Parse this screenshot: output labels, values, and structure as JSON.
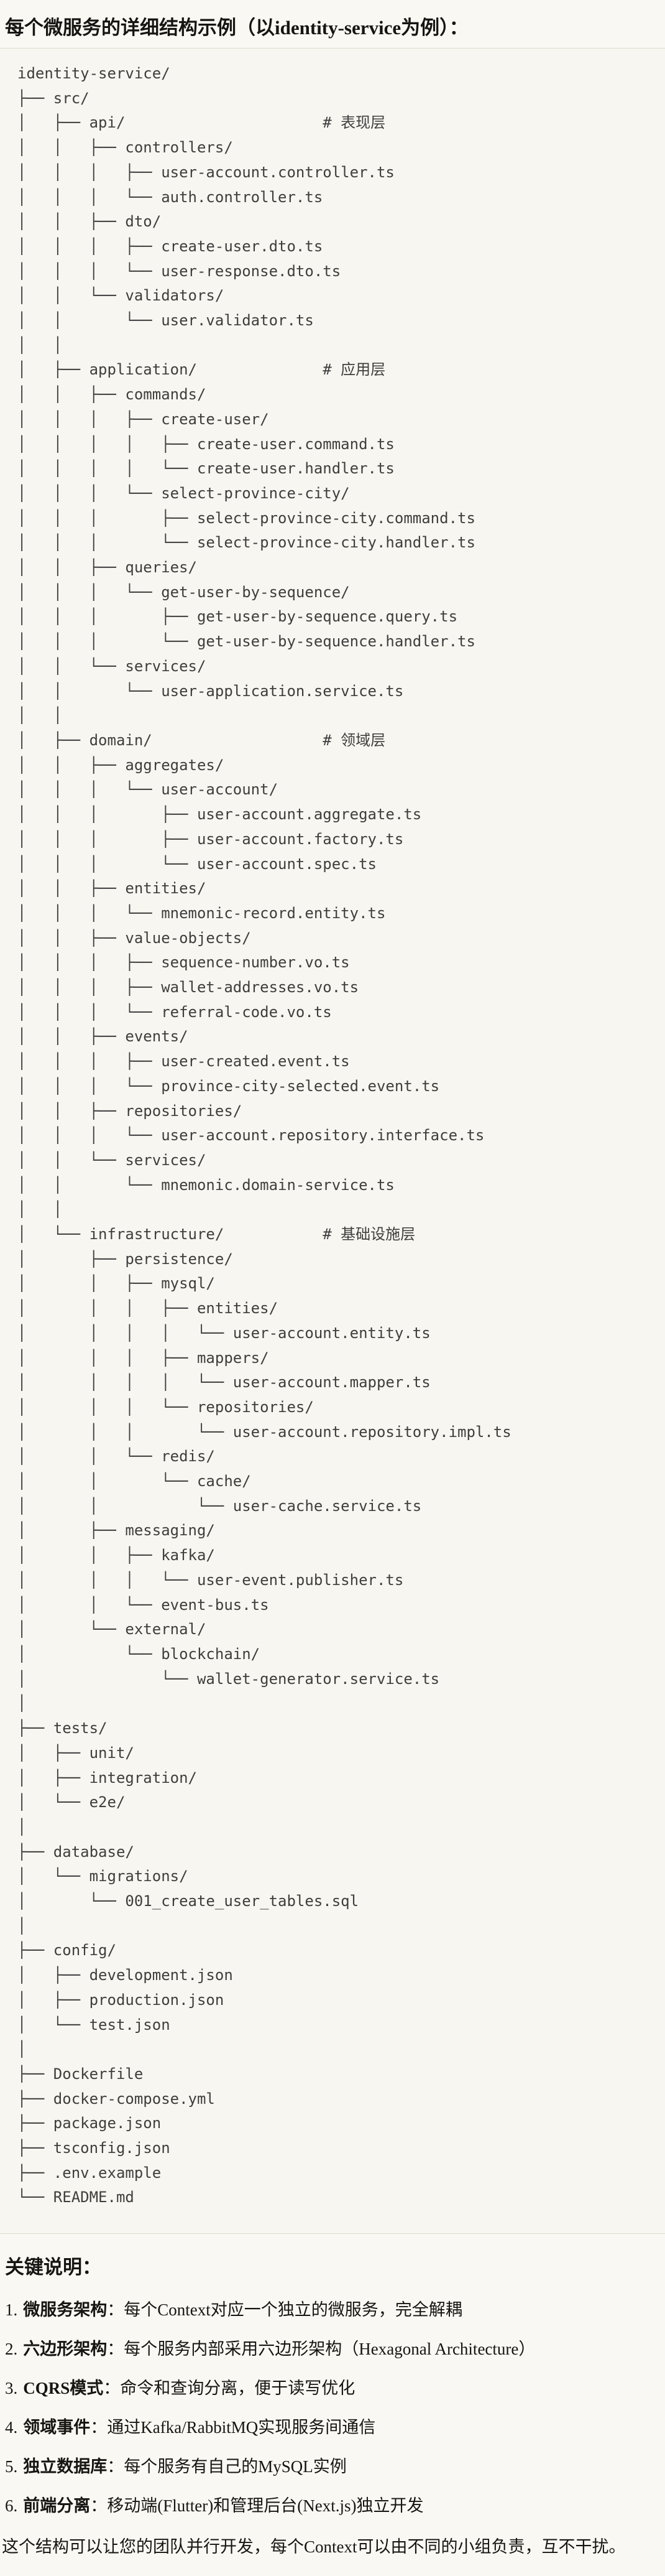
{
  "page": {
    "title": "每个微服务的详细结构示例（以identity-service为例）："
  },
  "tree": {
    "lines": [
      "identity-service/",
      "├── src/",
      "│   ├── api/                      # 表现层",
      "│   │   ├── controllers/",
      "│   │   │   ├── user-account.controller.ts",
      "│   │   │   └── auth.controller.ts",
      "│   │   ├── dto/",
      "│   │   │   ├── create-user.dto.ts",
      "│   │   │   └── user-response.dto.ts",
      "│   │   └── validators/",
      "│   │       └── user.validator.ts",
      "│   │",
      "│   ├── application/              # 应用层",
      "│   │   ├── commands/",
      "│   │   │   ├── create-user/",
      "│   │   │   │   ├── create-user.command.ts",
      "│   │   │   │   └── create-user.handler.ts",
      "│   │   │   └── select-province-city/",
      "│   │   │       ├── select-province-city.command.ts",
      "│   │   │       └── select-province-city.handler.ts",
      "│   │   ├── queries/",
      "│   │   │   └── get-user-by-sequence/",
      "│   │   │       ├── get-user-by-sequence.query.ts",
      "│   │   │       └── get-user-by-sequence.handler.ts",
      "│   │   └── services/",
      "│   │       └── user-application.service.ts",
      "│   │",
      "│   ├── domain/                   # 领域层",
      "│   │   ├── aggregates/",
      "│   │   │   └── user-account/",
      "│   │   │       ├── user-account.aggregate.ts",
      "│   │   │       ├── user-account.factory.ts",
      "│   │   │       └── user-account.spec.ts",
      "│   │   ├── entities/",
      "│   │   │   └── mnemonic-record.entity.ts",
      "│   │   ├── value-objects/",
      "│   │   │   ├── sequence-number.vo.ts",
      "│   │   │   ├── wallet-addresses.vo.ts",
      "│   │   │   └── referral-code.vo.ts",
      "│   │   ├── events/",
      "│   │   │   ├── user-created.event.ts",
      "│   │   │   └── province-city-selected.event.ts",
      "│   │   ├── repositories/",
      "│   │   │   └── user-account.repository.interface.ts",
      "│   │   └── services/",
      "│   │       └── mnemonic.domain-service.ts",
      "│   │",
      "│   └── infrastructure/           # 基础设施层",
      "│       ├── persistence/",
      "│       │   ├── mysql/",
      "│       │   │   ├── entities/",
      "│       │   │   │   └── user-account.entity.ts",
      "│       │   │   ├── mappers/",
      "│       │   │   │   └── user-account.mapper.ts",
      "│       │   │   └── repositories/",
      "│       │   │       └── user-account.repository.impl.ts",
      "│       │   └── redis/",
      "│       │       └── cache/",
      "│       │           └── user-cache.service.ts",
      "│       ├── messaging/",
      "│       │   ├── kafka/",
      "│       │   │   └── user-event.publisher.ts",
      "│       │   └── event-bus.ts",
      "│       └── external/",
      "│           └── blockchain/",
      "│               └── wallet-generator.service.ts",
      "│",
      "├── tests/",
      "│   ├── unit/",
      "│   ├── integration/",
      "│   └── e2e/",
      "│",
      "├── database/",
      "│   └── migrations/",
      "│       └── 001_create_user_tables.sql",
      "│",
      "├── config/",
      "│   ├── development.json",
      "│   ├── production.json",
      "│   └── test.json",
      "│",
      "├── Dockerfile",
      "├── docker-compose.yml",
      "├── package.json",
      "├── tsconfig.json",
      "├── .env.example",
      "└── README.md"
    ]
  },
  "notes": {
    "heading": "关键说明：",
    "items": [
      {
        "num": "1.",
        "term": "微服务架构",
        "desc": "：每个Context对应一个独立的微服务，完全解耦"
      },
      {
        "num": "2.",
        "term": "六边形架构",
        "desc": "：每个服务内部采用六边形架构（Hexagonal Architecture）"
      },
      {
        "num": "3.",
        "term": "CQRS模式",
        "desc": "：命令和查询分离，便于读写优化"
      },
      {
        "num": "4.",
        "term": "领域事件",
        "desc": "：通过Kafka/RabbitMQ实现服务间通信"
      },
      {
        "num": "5.",
        "term": "独立数据库",
        "desc": "：每个服务有自己的MySQL实例"
      },
      {
        "num": "6.",
        "term": "前端分离",
        "desc": "：移动端(Flutter)和管理后台(Next.js)独立开发"
      }
    ],
    "footer": "这个结构可以让您的团队并行开发，每个Context可以由不同的小组负责，互不干扰。"
  },
  "colors": {
    "page-bg": "#FAF8F2",
    "pre-bg": "#F8F6F0",
    "border": "#DDD9CE",
    "ink": "#171513",
    "code-ink": "#3E3E3E"
  }
}
